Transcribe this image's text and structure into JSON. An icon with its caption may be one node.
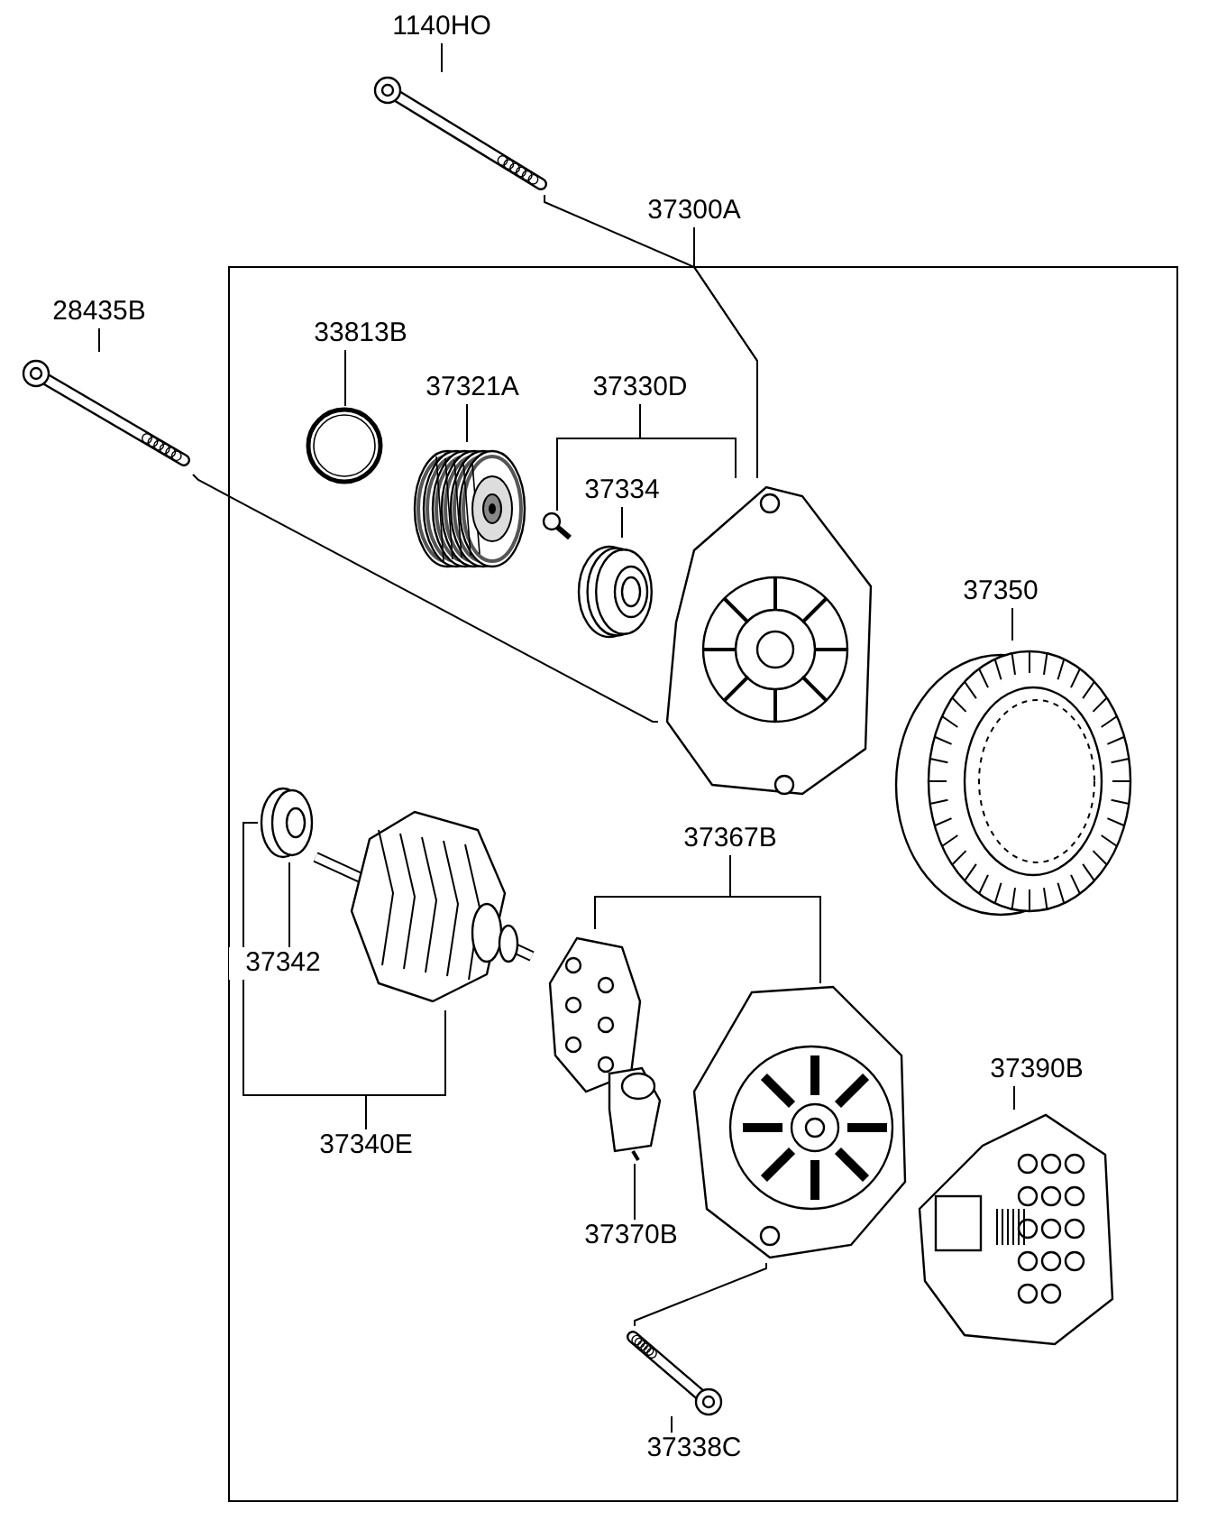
{
  "diagram": {
    "nodes": [
      {
        "text": [
          "1140HO"
        ]
      },
      {
        "text": [],
        "shape": "picture"
      },
      {
        "text": [
          "37300A"
        ]
      },
      {
        "text": [],
        "shape": "picture"
      },
      {
        "text": [
          "28435B"
        ]
      },
      {
        "text": [],
        "shape": "picture"
      },
      {
        "text": [
          "33813B"
        ]
      },
      {
        "text": [],
        "shape": "picture"
      },
      {
        "text": [
          "37321A"
        ]
      },
      {
        "text": [],
        "shape": "picture"
      },
      {
        "text": [
          "37330D"
        ]
      },
      {
        "text": [],
        "shape": "picture"
      },
      {
        "text": [
          "37334"
        ]
      },
      {
        "text": [],
        "shape": "picture"
      },
      {
        "text": [
          "37350"
        ]
      },
      {
        "text": [],
        "shape": "picture"
      },
      {
        "text": [
          "37342"
        ]
      },
      {
        "text": [],
        "shape": "picture"
      },
      {
        "text": [
          "37340E"
        ]
      },
      {
        "text": [],
        "shape": "picture"
      },
      {
        "text": [
          "37367B"
        ]
      },
      {
        "text": [],
        "shape": "picture"
      },
      {
        "text": [],
        "shape": "picture"
      },
      {
        "text": [
          "37370B"
        ]
      },
      {
        "text": [],
        "shape": "picture"
      },
      {
        "text": [
          "37390B"
        ]
      },
      {
        "text": [],
        "shape": "picture"
      },
      {
        "text": [
          "37338C"
        ]
      },
      {
        "text": [],
        "shape": "picture"
      }
    ],
    "edges": [
      {
        "from": 0,
        "to": 1,
        "arrow": "none"
      },
      {
        "from": 1,
        "to": 3,
        "arrow": "none"
      },
      {
        "from": 2,
        "to": 3,
        "arrow": "none"
      },
      {
        "from": 4,
        "to": 5,
        "arrow": "none"
      },
      {
        "from": 5,
        "to": 3,
        "arrow": "none"
      },
      {
        "from": 6,
        "to": 7,
        "arrow": "none"
      },
      {
        "from": 8,
        "to": 9,
        "arrow": "none"
      },
      {
        "from": 10,
        "to": 11,
        "arrow": "none"
      },
      {
        "from": 10,
        "to": 3,
        "arrow": "none"
      },
      {
        "from": 12,
        "to": 13,
        "arrow": "none"
      },
      {
        "from": 14,
        "to": 15,
        "arrow": "none"
      },
      {
        "from": 16,
        "to": 17,
        "arrow": "none"
      },
      {
        "from": 18,
        "to": 17,
        "arrow": "none"
      },
      {
        "from": 18,
        "to": 19,
        "arrow": "none"
      },
      {
        "from": 20,
        "to": 21,
        "arrow": "none"
      },
      {
        "from": 20,
        "to": 22,
        "arrow": "none"
      },
      {
        "from": 23,
        "to": 24,
        "arrow": "none"
      },
      {
        "from": 25,
        "to": 26,
        "arrow": "none"
      },
      {
        "from": 27,
        "to": 28,
        "arrow": "none"
      },
      {
        "from": 28,
        "to": 22,
        "arrow": "none"
      }
    ]
  }
}
